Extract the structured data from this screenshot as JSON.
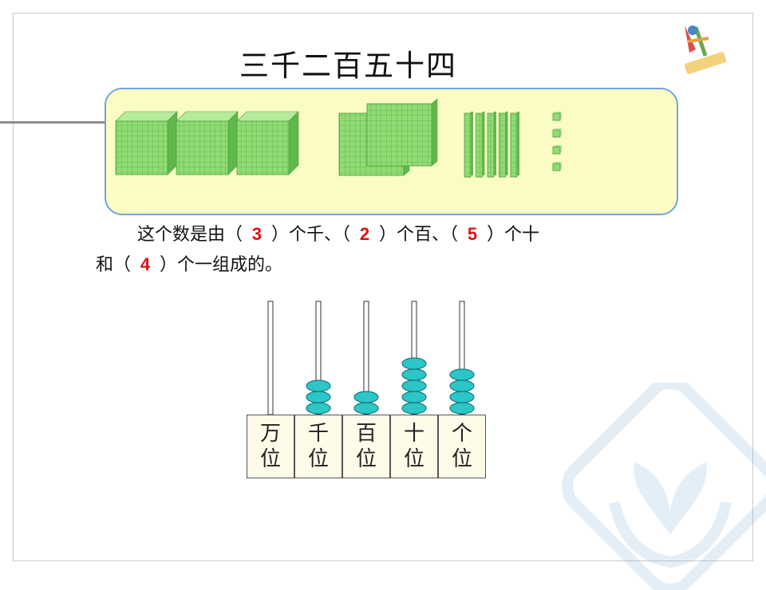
{
  "title": "三千二百五十四",
  "sentence": {
    "part1": "这个数是由（",
    "part2": "）个千、（",
    "part3": "）个百、（",
    "part4": "）个十",
    "part5": "和（",
    "part6": "）个一组成的。",
    "answers": [
      "3",
      "2",
      "5",
      "4"
    ]
  },
  "place_labels": [
    "万\n位",
    "千\n位",
    "百\n位",
    "十\n位",
    "个\n位"
  ],
  "abacus_beads": [
    0,
    3,
    2,
    5,
    4
  ],
  "blocks": {
    "thousands": 3,
    "hundreds": 2,
    "tens": 5,
    "ones": 4
  },
  "colors": {
    "block_green": "#8fdc73",
    "bead_teal": "#2cc6c6",
    "panel_fill": "#fbfbc4",
    "panel_border": "#6fa7d6",
    "answer_red": "#e01010"
  }
}
